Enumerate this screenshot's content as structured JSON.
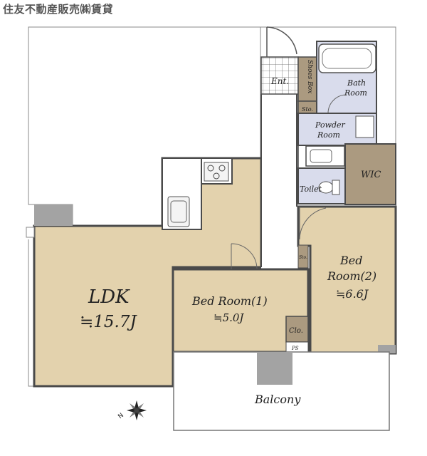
{
  "header": {
    "title": "住友不動産販売㈱賃貸"
  },
  "rooms": {
    "ldk": {
      "name": "LDK",
      "size": "≒15.7J"
    },
    "bed1": {
      "name": "Bed Room(1)",
      "size": "≒5.0J"
    },
    "bed2": {
      "name_line1": "Bed",
      "name_line2": "Room(2)",
      "size": "≒6.6J"
    },
    "wic": "WIC",
    "toilet": "Toilet",
    "powder_line1": "Powder",
    "powder_line2": "Room",
    "bath_line1": "Bath",
    "bath_line2": "Room",
    "entrance": "Ent.",
    "shoes_box": "Shoes Box",
    "storage1": "Sto.",
    "storage2": "Sto.",
    "closet": "Clo.",
    "ps": "PS",
    "balcony": "Balcony"
  },
  "compass": {
    "north": "N"
  },
  "colors": {
    "tan": "#e3d2ad",
    "blue": "#d9dcec",
    "brown": "#ab9a80",
    "pillar": "#a3a3a3",
    "wall": "#4a4a4a"
  }
}
